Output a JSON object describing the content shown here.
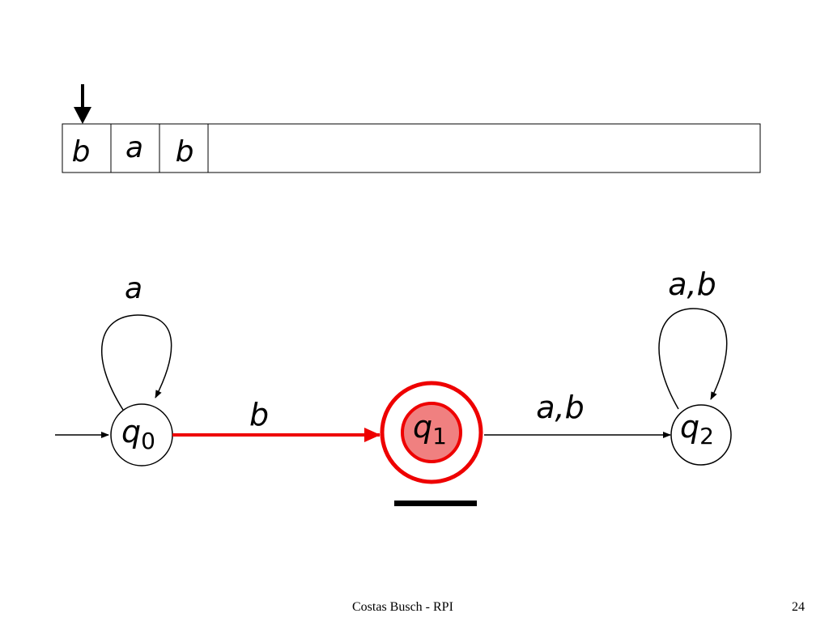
{
  "tape": {
    "cells": [
      "b",
      "a",
      "b"
    ]
  },
  "states": {
    "q0": {
      "letter": "q",
      "sub": "0"
    },
    "q1": {
      "letter": "q",
      "sub": "1"
    },
    "q2": {
      "letter": "q",
      "sub": "2"
    }
  },
  "transitions": {
    "q0_loop": "a",
    "q0_to_q1": "b",
    "q1_to_q2": "a,b",
    "q2_loop": "a,b"
  },
  "highlight": {
    "current_state": "q1",
    "accept_state": "q1",
    "active_transition": "q0_to_q1",
    "color": "#ee0000",
    "fill": "#f08080"
  },
  "footer": {
    "text": "Costas Busch - RPI",
    "page_number": "24"
  }
}
